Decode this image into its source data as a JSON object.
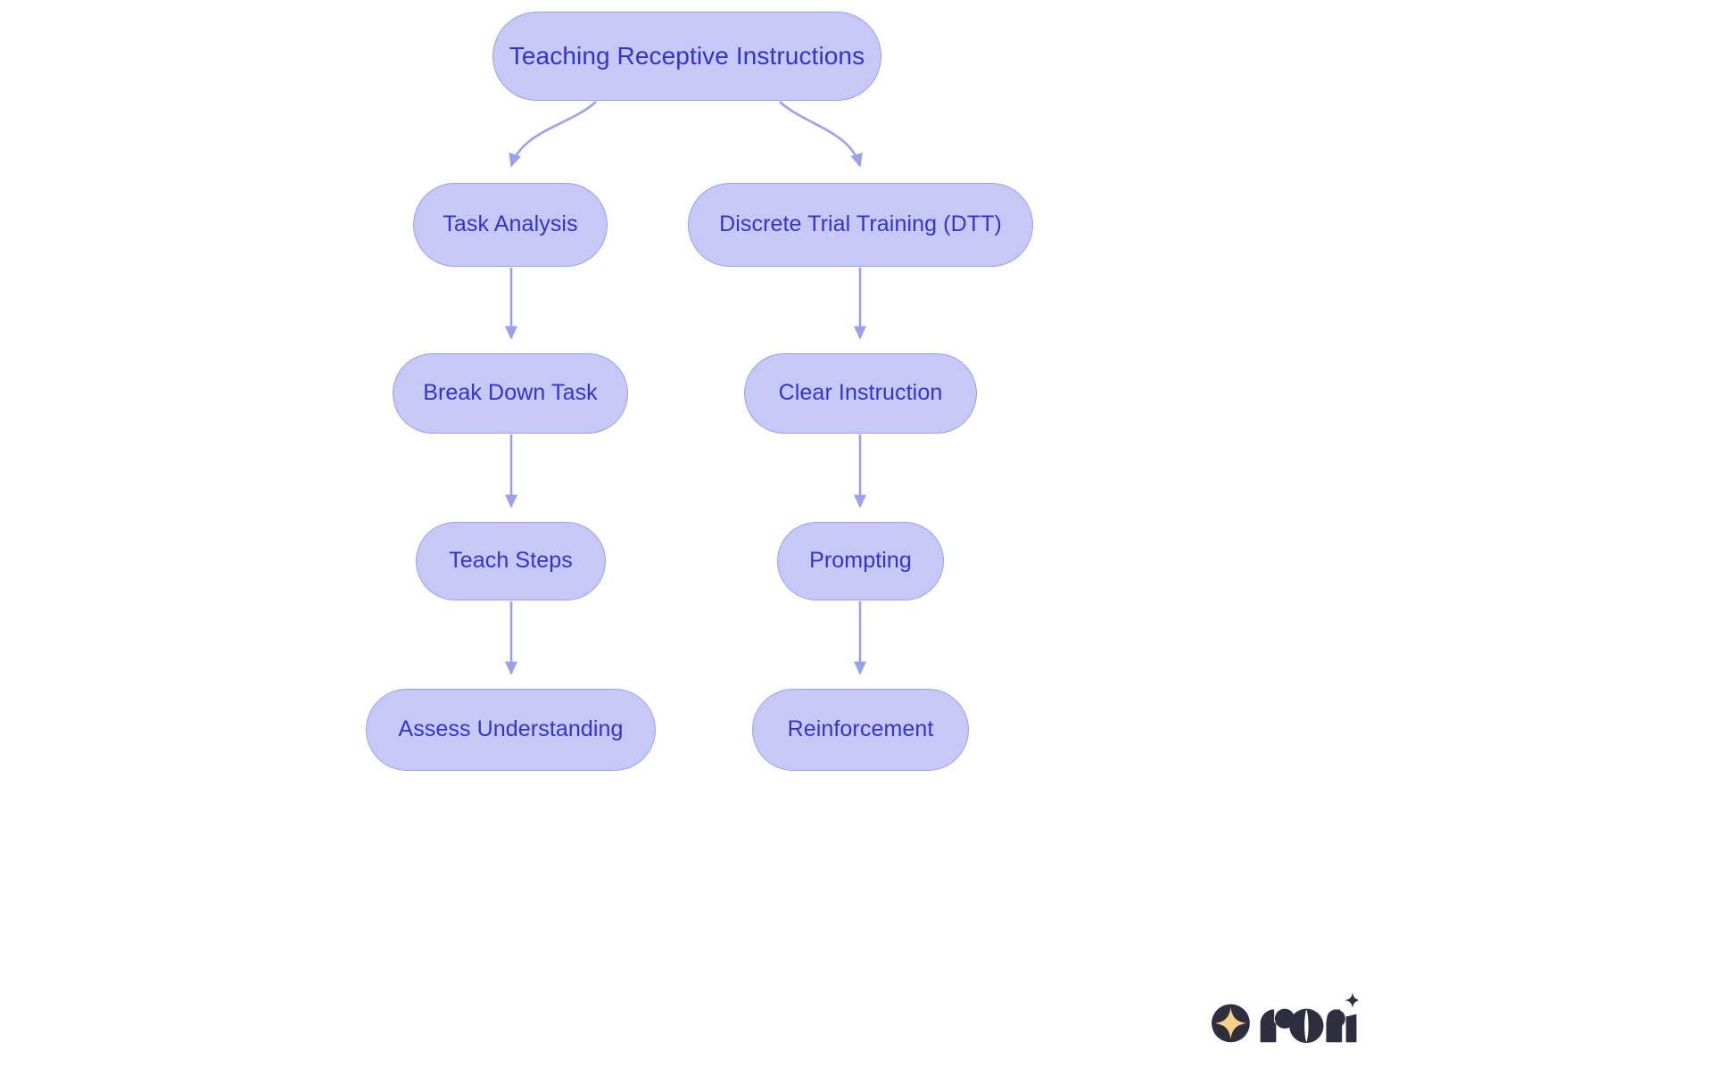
{
  "diagram": {
    "title": "Teaching Receptive Instructions",
    "type": "flowchart",
    "orientation": "top-down",
    "background_color": "#ffffff",
    "node_fill": "#c6c8f8",
    "node_border": "#9ba0ea",
    "node_text_color": "#3832c9",
    "edge_color": "#9ba0ea",
    "nodes": [
      {
        "id": "root",
        "label": "Teaching Receptive Instructions"
      },
      {
        "id": "task",
        "label": "Task Analysis"
      },
      {
        "id": "dtt",
        "label": "Discrete Trial Training (DTT)"
      },
      {
        "id": "break",
        "label": "Break Down Task"
      },
      {
        "id": "clear",
        "label": "Clear Instruction"
      },
      {
        "id": "teach",
        "label": "Teach Steps"
      },
      {
        "id": "prompt",
        "label": "Prompting"
      },
      {
        "id": "assess",
        "label": "Assess Understanding"
      },
      {
        "id": "reinforce",
        "label": "Reinforcement"
      }
    ],
    "edges": [
      {
        "from": "root",
        "to": "task",
        "style": "curved"
      },
      {
        "from": "root",
        "to": "dtt",
        "style": "curved"
      },
      {
        "from": "task",
        "to": "break",
        "style": "straight"
      },
      {
        "from": "break",
        "to": "teach",
        "style": "straight"
      },
      {
        "from": "teach",
        "to": "assess",
        "style": "straight"
      },
      {
        "from": "dtt",
        "to": "clear",
        "style": "straight"
      },
      {
        "from": "clear",
        "to": "prompt",
        "style": "straight"
      },
      {
        "from": "prompt",
        "to": "reinforce",
        "style": "straight"
      }
    ]
  },
  "logo": {
    "wordmark": "rori",
    "mark_color": "#2f2e3e",
    "star_color": "#f9d08a"
  }
}
